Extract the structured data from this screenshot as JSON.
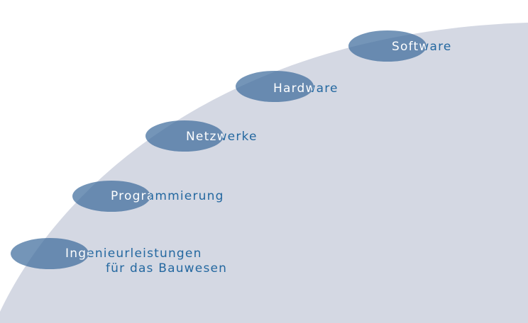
{
  "colors": {
    "background_shape": "#d4d8e3",
    "ellipse": "#3f6c9c",
    "text": "#2468a0",
    "text_on_ellipse": "#ffffff"
  },
  "steps": [
    {
      "label": "Ingenieurleistungen",
      "label2": "für das Bauwesen"
    },
    {
      "label": "Programmierung"
    },
    {
      "label": "Netzwerke"
    },
    {
      "label": "Hardware"
    },
    {
      "label": "Software"
    }
  ]
}
